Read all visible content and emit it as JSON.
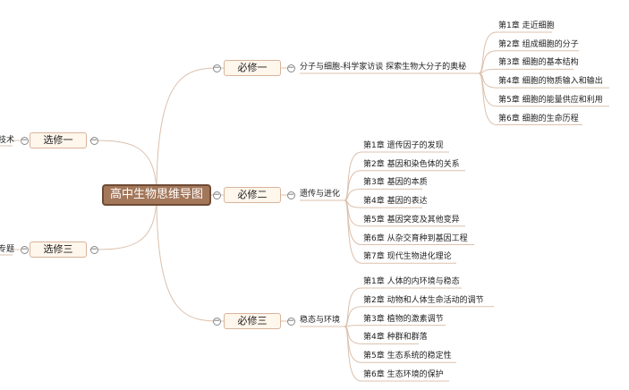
{
  "root": {
    "label": "高中生物思维导图"
  },
  "branches": [
    {
      "label": "必修一",
      "topic": "分子与细胞-科学家访谈 探索生物大分子的奥秘",
      "chapters": [
        "第1章 走近细胞",
        "第2章 组成细胞的分子",
        "第3章 细胞的基本结构",
        "第4章 细胞的物质输入和输出",
        "第5章 细胞的能量供应和利用",
        "第6章 细胞的生命历程"
      ]
    },
    {
      "label": "必修二",
      "topic": "遗传与进化",
      "chapters": [
        "第1章 遗传因子的发现",
        "第2章 基因和染色体的关系",
        "第3章 基因的本质",
        "第4章 基因的表达",
        "第5章 基因突变及其他变异",
        "第6章 从杂交育种到基因工程",
        "第7章 现代生物进化理论"
      ]
    },
    {
      "label": "必修三",
      "topic": "稳态与环境",
      "chapters": [
        "第1章 人体的内环境与稳态",
        "第2章 动物和人体生命活动的调节",
        "第3章 植物的激素调节",
        "第4章 种群和群落",
        "第5章 生态系统的稳定性",
        "第6章 生态环境的保护"
      ]
    }
  ],
  "left_branches": [
    {
      "label": "选修一",
      "cut_text": "技术"
    },
    {
      "label": "选修三",
      "cut_text": "专题"
    }
  ],
  "toggle_symbol": "−",
  "colors": {
    "line": "#dcc0ad",
    "root_fill": "#a3775a",
    "node_fill": "#fff6ec",
    "node_border": "#d8b49a"
  }
}
